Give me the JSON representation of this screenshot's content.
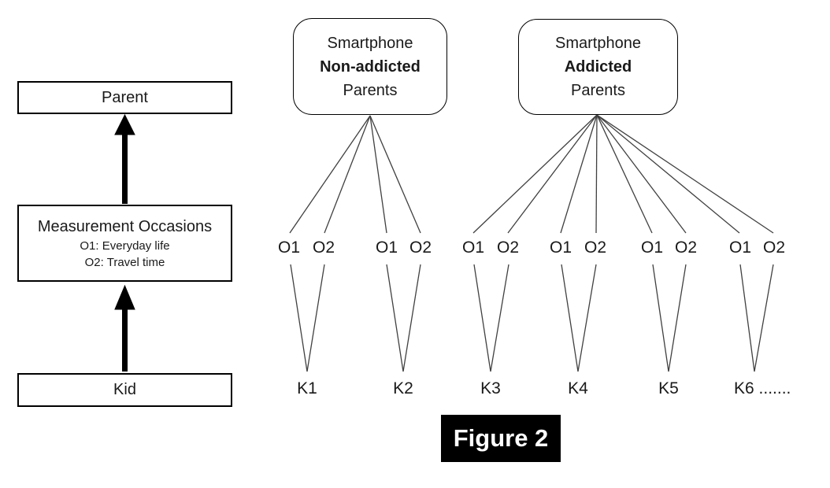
{
  "figure": {
    "caption": "Figure 2"
  },
  "left_flow": {
    "parent": "Parent",
    "measurement": {
      "title": "Measurement Occasions",
      "o1_desc": "O1: Everyday life",
      "o2_desc": "O2: Travel time"
    },
    "kid": "Kid"
  },
  "groups": [
    {
      "line1": "Smartphone",
      "line2": "Non-addicted",
      "line3": "Parents"
    },
    {
      "line1": "Smartphone",
      "line2": "Addicted",
      "line3": "Parents"
    }
  ],
  "occasions": [
    {
      "o1": "O1",
      "o2": "O2"
    },
    {
      "o1": "O1",
      "o2": "O2"
    },
    {
      "o1": "O1",
      "o2": "O2"
    },
    {
      "o1": "O1",
      "o2": "O2"
    },
    {
      "o1": "O1",
      "o2": "O2"
    },
    {
      "o1": "O1",
      "o2": "O2"
    }
  ],
  "kids": [
    "K1",
    "K2",
    "K3",
    "K4",
    "K5",
    "K6 ......."
  ],
  "colors": {
    "background": "#ffffff",
    "box_border": "#000000",
    "connector_line": "#404040",
    "arrow": "#000000",
    "caption_bg": "#000000",
    "caption_text": "#ffffff"
  }
}
